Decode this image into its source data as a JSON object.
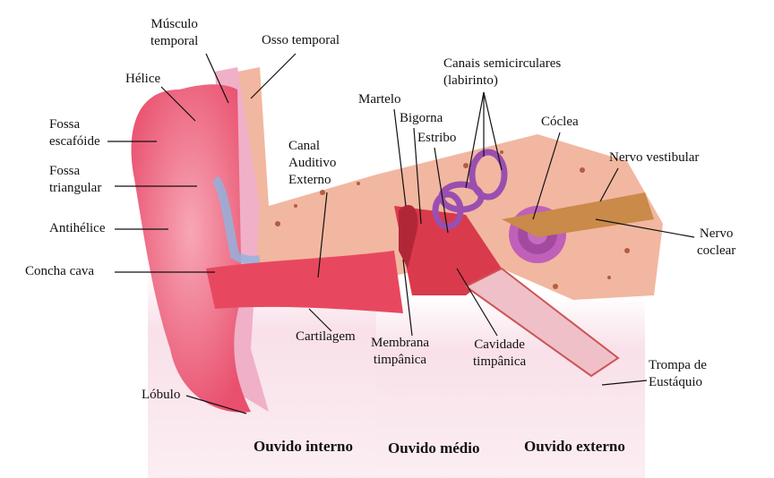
{
  "labels": {
    "musculo_temporal": [
      "Músculo",
      "temporal"
    ],
    "osso_temporal": "Osso temporal",
    "helice": "Hélice",
    "fossa_escafoide": [
      "Fossa",
      "escafóide"
    ],
    "fossa_triangular": [
      "Fossa",
      "triangular"
    ],
    "antihelice": "Antihélice",
    "concha_cava": "Concha cava",
    "canal_auditivo": [
      "Canal",
      "Auditivo",
      "Externo"
    ],
    "martelo": "Martelo",
    "bigorna": "Bigorna",
    "estribo": "Estribo",
    "canais_semicirculares": [
      "Canais semicirculares",
      "(labirinto)"
    ],
    "coclea": "Cóclea",
    "nervo_vestibular": "Nervo vestibular",
    "nervo_coclear": [
      "Nervo",
      "coclear"
    ],
    "cartilagem": "Cartilagem",
    "membrana_timpanica": [
      "Membrana",
      "timpânica"
    ],
    "cavidade_timpanica": [
      "Cavidade",
      "timpânica"
    ],
    "trompa_eustaquio": [
      "Trompa de",
      "Eustáquio"
    ],
    "lobulo": "Lóbulo"
  },
  "zones": {
    "interno": "Ouvido interno",
    "medio": "Ouvido médio",
    "externo": "Ouvido externo"
  }
}
